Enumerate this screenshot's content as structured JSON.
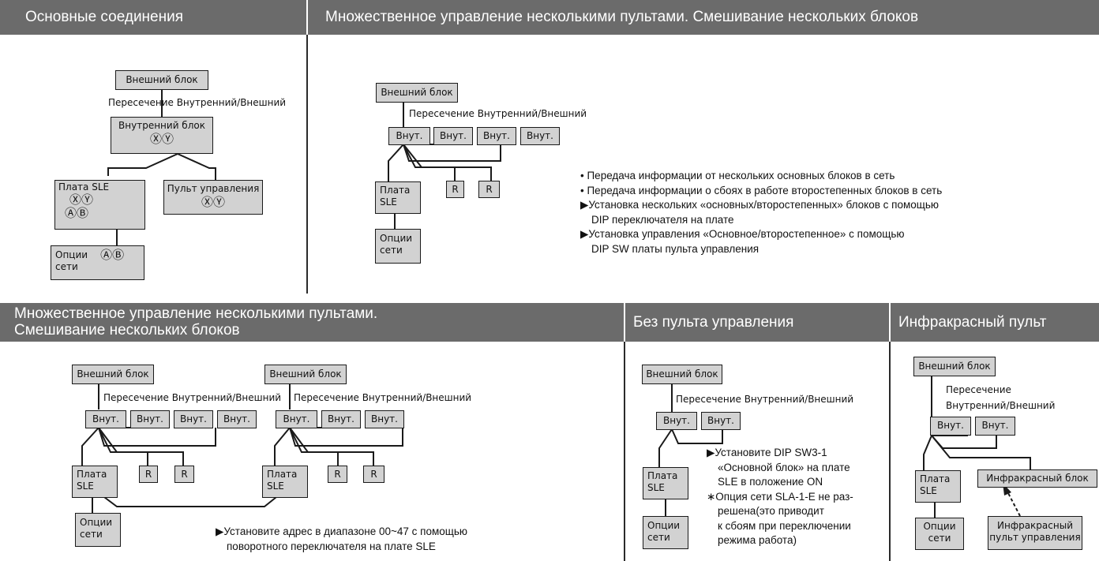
{
  "headers": {
    "basic": "Основные соединения",
    "multi_top": "Множественное управление несколькими пультами. Смешивание нескольких блоков",
    "multi_bottom_line1": "Множественное управление несколькими пультами.",
    "multi_bottom_line2": "Смешивание нескольких блоков",
    "no_remote": "Без пульта управления",
    "ir_remote": "Инфракрасный пульт"
  },
  "labels": {
    "outdoor": "Внешний блок",
    "crossing": "Пересечение Внутренний/Внешний",
    "crossing_line1": "Пересечение",
    "crossing_line2": "Внутренний/Внешний",
    "indoor": "Внутренний блок",
    "xy": "ⓍⓎ",
    "ab": "ⒶⒷ",
    "sle_board": "Плата SLE",
    "sle_line1": "Плата",
    "sle_line2": "SLE",
    "remote": "Пульт управления",
    "options_line1": "Опции",
    "options_line2": "сети",
    "vnut": "Внут.",
    "r": "R",
    "ir_unit": "Инфракрасный блок",
    "ir_remote_line1": "Инфракрасный",
    "ir_remote_line2": "пульт управления"
  },
  "notes": {
    "multi_top": [
      "• Передача информации от нескольких основных блоков в сеть",
      "• Передача информации о сбоях в работе второстепенных блоков в сеть",
      "▶Установка нескольких «основных/второстепенных» блоков с помощью",
      "  DIP переключателя на плате",
      "▶Установка управления «Основное/второстепенное» с помощью",
      "  DIP SW платы пульта управления"
    ],
    "multi_bottom": [
      "▶Установите адрес в диапазоне 00~47 с помощью",
      "  поворотного переключателя на плате SLE"
    ],
    "no_remote": [
      "▶Установите DIP SW3-1",
      "  «Основной блок» на плате",
      "  SLE в положение ON",
      "∗Опция сети SLA-1-E не раз-",
      "  решена(это приводит",
      "  к сбоям при переключении",
      "  режима работа)"
    ]
  }
}
